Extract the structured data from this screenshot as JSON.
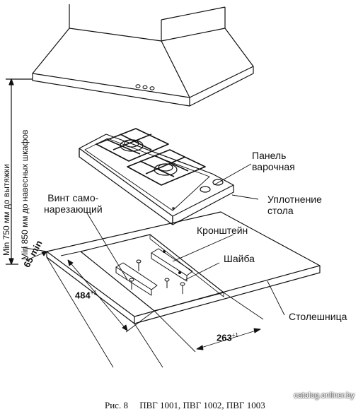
{
  "labels": {
    "panel": [
      "Панель",
      "варочная"
    ],
    "seal": [
      "Уплотнение",
      "стола"
    ],
    "screw": [
      "Винт само-",
      "нарезающий"
    ],
    "bracket": "Кронштейн",
    "washer": "Шайба",
    "countertop": "Столешница"
  },
  "dimensions": {
    "vertical_hood": "Min 750 мм до вытяжки",
    "vertical_cabinets": "Min 850 мм до навесных шкафов",
    "min_edge": "65 min",
    "depth": "484",
    "width": "263",
    "tolerance": "+1"
  },
  "caption": {
    "figure": "Рис. 8",
    "models": "ПВГ 1001, ПВГ 1002, ПВГ 1003"
  },
  "watermark": "catalog.onliner.by",
  "colors": {
    "line": "#111111",
    "background": "#ffffff"
  }
}
